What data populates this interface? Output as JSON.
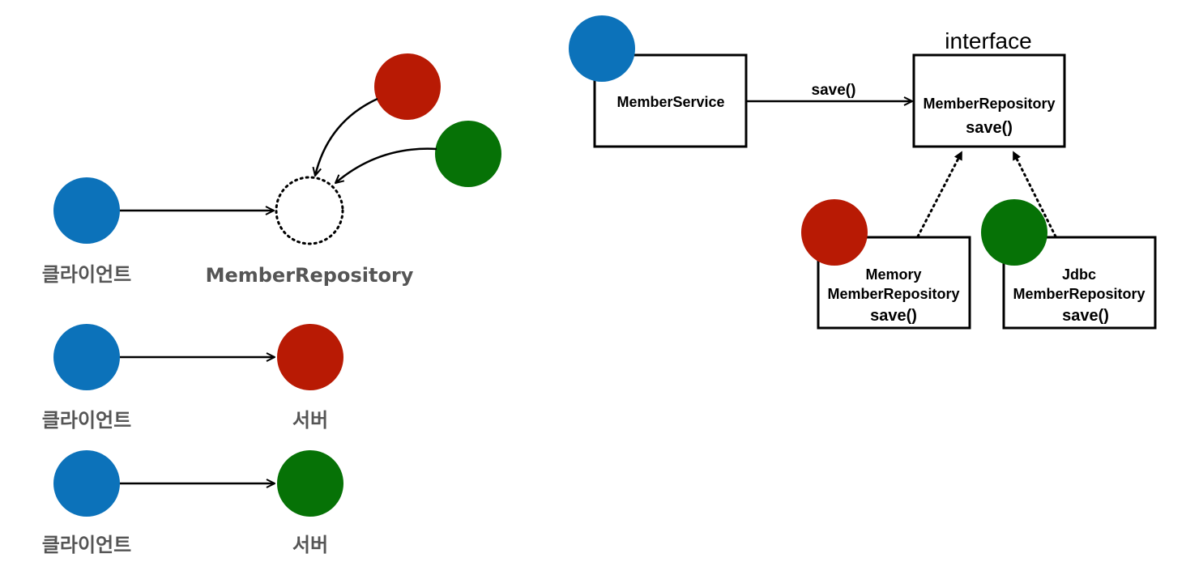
{
  "colors": {
    "client_blue": "#0C72BA",
    "impl_red": "#B81A04",
    "impl_green": "#067206",
    "line": "#000000",
    "label_gray": "#555555"
  },
  "left_diagram": {
    "top": {
      "client_label": "클라이언트",
      "target_label": "MemberRepository"
    },
    "middle": {
      "client_label": "클라이언트",
      "server_label": "서버"
    },
    "bottom": {
      "client_label": "클라이언트",
      "server_label": "서버"
    }
  },
  "right_diagram": {
    "interface_caption": "interface",
    "service_box": {
      "name": "MemberService"
    },
    "call_label": "save()",
    "interface_box": {
      "name": "MemberRepository",
      "method": "save()"
    },
    "memory_impl": {
      "line1": "Memory",
      "line2": "MemberRepository",
      "method": "save()"
    },
    "jdbc_impl": {
      "line1": "Jdbc",
      "line2": "MemberRepository",
      "method": "save()"
    }
  }
}
